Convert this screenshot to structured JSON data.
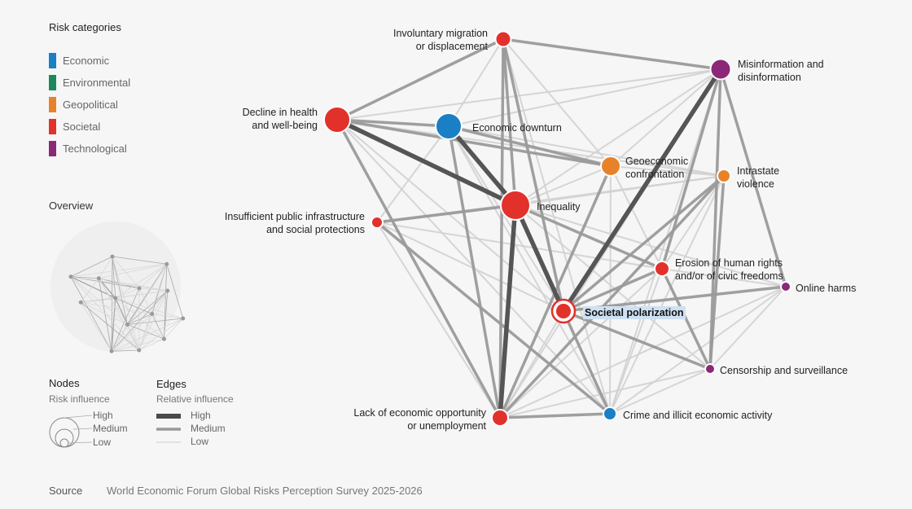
{
  "legend": {
    "title": "Risk categories",
    "categories": [
      {
        "label": "Economic",
        "color": "#1a7fc4"
      },
      {
        "label": "Environmental",
        "color": "#1a8a5a"
      },
      {
        "label": "Geopolitical",
        "color": "#e8822a"
      },
      {
        "label": "Societal",
        "color": "#e2312b"
      },
      {
        "label": "Technological",
        "color": "#8b2877"
      }
    ]
  },
  "overview": {
    "title": "Overview"
  },
  "nodes_legend": {
    "title": "Nodes",
    "subtitle": "Risk influence",
    "high": "High",
    "medium": "Medium",
    "low": "Low"
  },
  "edges_legend": {
    "title": "Edges",
    "subtitle": "Relative influence",
    "high": "High",
    "medium": "Medium",
    "low": "Low"
  },
  "source": {
    "label": "Source",
    "text": "World Economic Forum Global Risks Perception Survey 2025-2026"
  },
  "network": {
    "selected_node": "societal-polarization",
    "nodes": [
      {
        "id": "involuntary-migration",
        "label_lines": [
          "Involuntary migration",
          "or displacement"
        ],
        "category": "Societal",
        "influence": "low"
      },
      {
        "id": "misinformation",
        "label_lines": [
          "Misinformation and",
          "disinformation"
        ],
        "category": "Technological",
        "influence": "medium"
      },
      {
        "id": "decline-health",
        "label_lines": [
          "Decline in health",
          "and well-being"
        ],
        "category": "Societal",
        "influence": "high"
      },
      {
        "id": "economic-downturn",
        "label_lines": [
          "Economic downturn"
        ],
        "category": "Economic",
        "influence": "high"
      },
      {
        "id": "geoeconomic-confrontation",
        "label_lines": [
          "Geoeconomic",
          "confrontation"
        ],
        "category": "Geopolitical",
        "influence": "medium"
      },
      {
        "id": "intrastate-violence",
        "label_lines": [
          "Intrastate",
          "violence"
        ],
        "category": "Geopolitical",
        "influence": "low"
      },
      {
        "id": "inequality",
        "label_lines": [
          "Inequality"
        ],
        "category": "Societal",
        "influence": "high"
      },
      {
        "id": "insufficient-infrastructure",
        "label_lines": [
          "Insufficient public infrastructure",
          "and social protections"
        ],
        "category": "Societal",
        "influence": "low"
      },
      {
        "id": "erosion-rights",
        "label_lines": [
          "Erosion of human rights",
          "and/or of civic freedoms"
        ],
        "category": "Societal",
        "influence": "low"
      },
      {
        "id": "online-harms",
        "label_lines": [
          "Online harms"
        ],
        "category": "Technological",
        "influence": "low"
      },
      {
        "id": "societal-polarization",
        "label_lines": [
          "Societal polarization"
        ],
        "category": "Societal",
        "influence": "medium"
      },
      {
        "id": "censorship",
        "label_lines": [
          "Censorship and surveillance"
        ],
        "category": "Technological",
        "influence": "low"
      },
      {
        "id": "lack-opportunity",
        "label_lines": [
          "Lack of economic opportunity",
          "or unemployment"
        ],
        "category": "Societal",
        "influence": "low"
      },
      {
        "id": "crime",
        "label_lines": [
          "Crime and illicit economic activity"
        ],
        "category": "Economic",
        "influence": "low"
      }
    ],
    "edges": [
      [
        "inequality",
        "lack-opportunity",
        "high"
      ],
      [
        "misinformation",
        "societal-polarization",
        "high"
      ],
      [
        "decline-health",
        "inequality",
        "high"
      ],
      [
        "inequality",
        "societal-polarization",
        "high"
      ],
      [
        "economic-downturn",
        "inequality",
        "high"
      ],
      [
        "decline-health",
        "lack-opportunity",
        "medium"
      ],
      [
        "involuntary-migration",
        "inequality",
        "medium"
      ],
      [
        "involuntary-migration",
        "societal-polarization",
        "medium"
      ],
      [
        "misinformation",
        "online-harms",
        "medium"
      ],
      [
        "misinformation",
        "erosion-rights",
        "medium"
      ],
      [
        "misinformation",
        "censorship",
        "medium"
      ],
      [
        "intrastate-violence",
        "censorship",
        "medium"
      ],
      [
        "erosion-rights",
        "censorship",
        "medium"
      ],
      [
        "erosion-rights",
        "societal-polarization",
        "medium"
      ],
      [
        "societal-polarization",
        "censorship",
        "medium"
      ],
      [
        "societal-polarization",
        "online-harms",
        "medium"
      ],
      [
        "economic-downturn",
        "lack-opportunity",
        "medium"
      ],
      [
        "economic-downturn",
        "geoeconomic-confrontation",
        "medium"
      ],
      [
        "decline-health",
        "geoeconomic-confrontation",
        "medium"
      ],
      [
        "decline-health",
        "economic-downturn",
        "medium"
      ],
      [
        "involuntary-migration",
        "lack-opportunity",
        "medium"
      ],
      [
        "insufficient-infrastructure",
        "inequality",
        "medium"
      ],
      [
        "insufficient-infrastructure",
        "crime",
        "medium"
      ],
      [
        "inequality",
        "crime",
        "medium"
      ],
      [
        "lack-opportunity",
        "crime",
        "medium"
      ],
      [
        "geoeconomic-confrontation",
        "lack-opportunity",
        "medium"
      ],
      [
        "intrastate-violence",
        "lack-opportunity",
        "medium"
      ],
      [
        "intrastate-violence",
        "societal-polarization",
        "medium"
      ],
      [
        "inequality",
        "erosion-rights",
        "medium"
      ],
      [
        "decline-health",
        "involuntary-migration",
        "medium"
      ],
      [
        "involuntary-migration",
        "misinformation",
        "medium"
      ],
      [
        "economic-downturn",
        "involuntary-migration",
        "low"
      ],
      [
        "decline-health",
        "misinformation",
        "low"
      ],
      [
        "decline-health",
        "societal-polarization",
        "low"
      ],
      [
        "decline-health",
        "intrastate-violence",
        "low"
      ],
      [
        "decline-health",
        "crime",
        "low"
      ],
      [
        "economic-downturn",
        "misinformation",
        "low"
      ],
      [
        "economic-downturn",
        "intrastate-violence",
        "low"
      ],
      [
        "economic-downturn",
        "societal-polarization",
        "low"
      ],
      [
        "economic-downturn",
        "crime",
        "low"
      ],
      [
        "involuntary-migration",
        "geoeconomic-confrontation",
        "low"
      ],
      [
        "involuntary-migration",
        "crime",
        "low"
      ],
      [
        "misinformation",
        "geoeconomic-confrontation",
        "low"
      ],
      [
        "misinformation",
        "inequality",
        "low"
      ],
      [
        "misinformation",
        "crime",
        "low"
      ],
      [
        "misinformation",
        "lack-opportunity",
        "low"
      ],
      [
        "geoeconomic-confrontation",
        "intrastate-violence",
        "low"
      ],
      [
        "geoeconomic-confrontation",
        "inequality",
        "low"
      ],
      [
        "geoeconomic-confrontation",
        "erosion-rights",
        "low"
      ],
      [
        "geoeconomic-confrontation",
        "crime",
        "low"
      ],
      [
        "intrastate-violence",
        "inequality",
        "low"
      ],
      [
        "intrastate-violence",
        "erosion-rights",
        "low"
      ],
      [
        "intrastate-violence",
        "crime",
        "low"
      ],
      [
        "intrastate-violence",
        "insufficient-infrastructure",
        "low"
      ],
      [
        "insufficient-infrastructure",
        "lack-opportunity",
        "low"
      ],
      [
        "insufficient-infrastructure",
        "erosion-rights",
        "low"
      ],
      [
        "insufficient-infrastructure",
        "societal-polarization",
        "low"
      ],
      [
        "insufficient-infrastructure",
        "economic-downturn",
        "low"
      ],
      [
        "erosion-rights",
        "online-harms",
        "low"
      ],
      [
        "erosion-rights",
        "crime",
        "low"
      ],
      [
        "erosion-rights",
        "lack-opportunity",
        "low"
      ],
      [
        "online-harms",
        "censorship",
        "low"
      ],
      [
        "online-harms",
        "crime",
        "low"
      ],
      [
        "online-harms",
        "lack-opportunity",
        "low"
      ],
      [
        "societal-polarization",
        "crime",
        "low"
      ],
      [
        "societal-polarization",
        "lack-opportunity",
        "low"
      ],
      [
        "censorship",
        "crime",
        "low"
      ],
      [
        "censorship",
        "lack-opportunity",
        "low"
      ],
      [
        "censorship",
        "inequality",
        "low"
      ],
      [
        "inequality",
        "online-harms",
        "low"
      ]
    ]
  }
}
